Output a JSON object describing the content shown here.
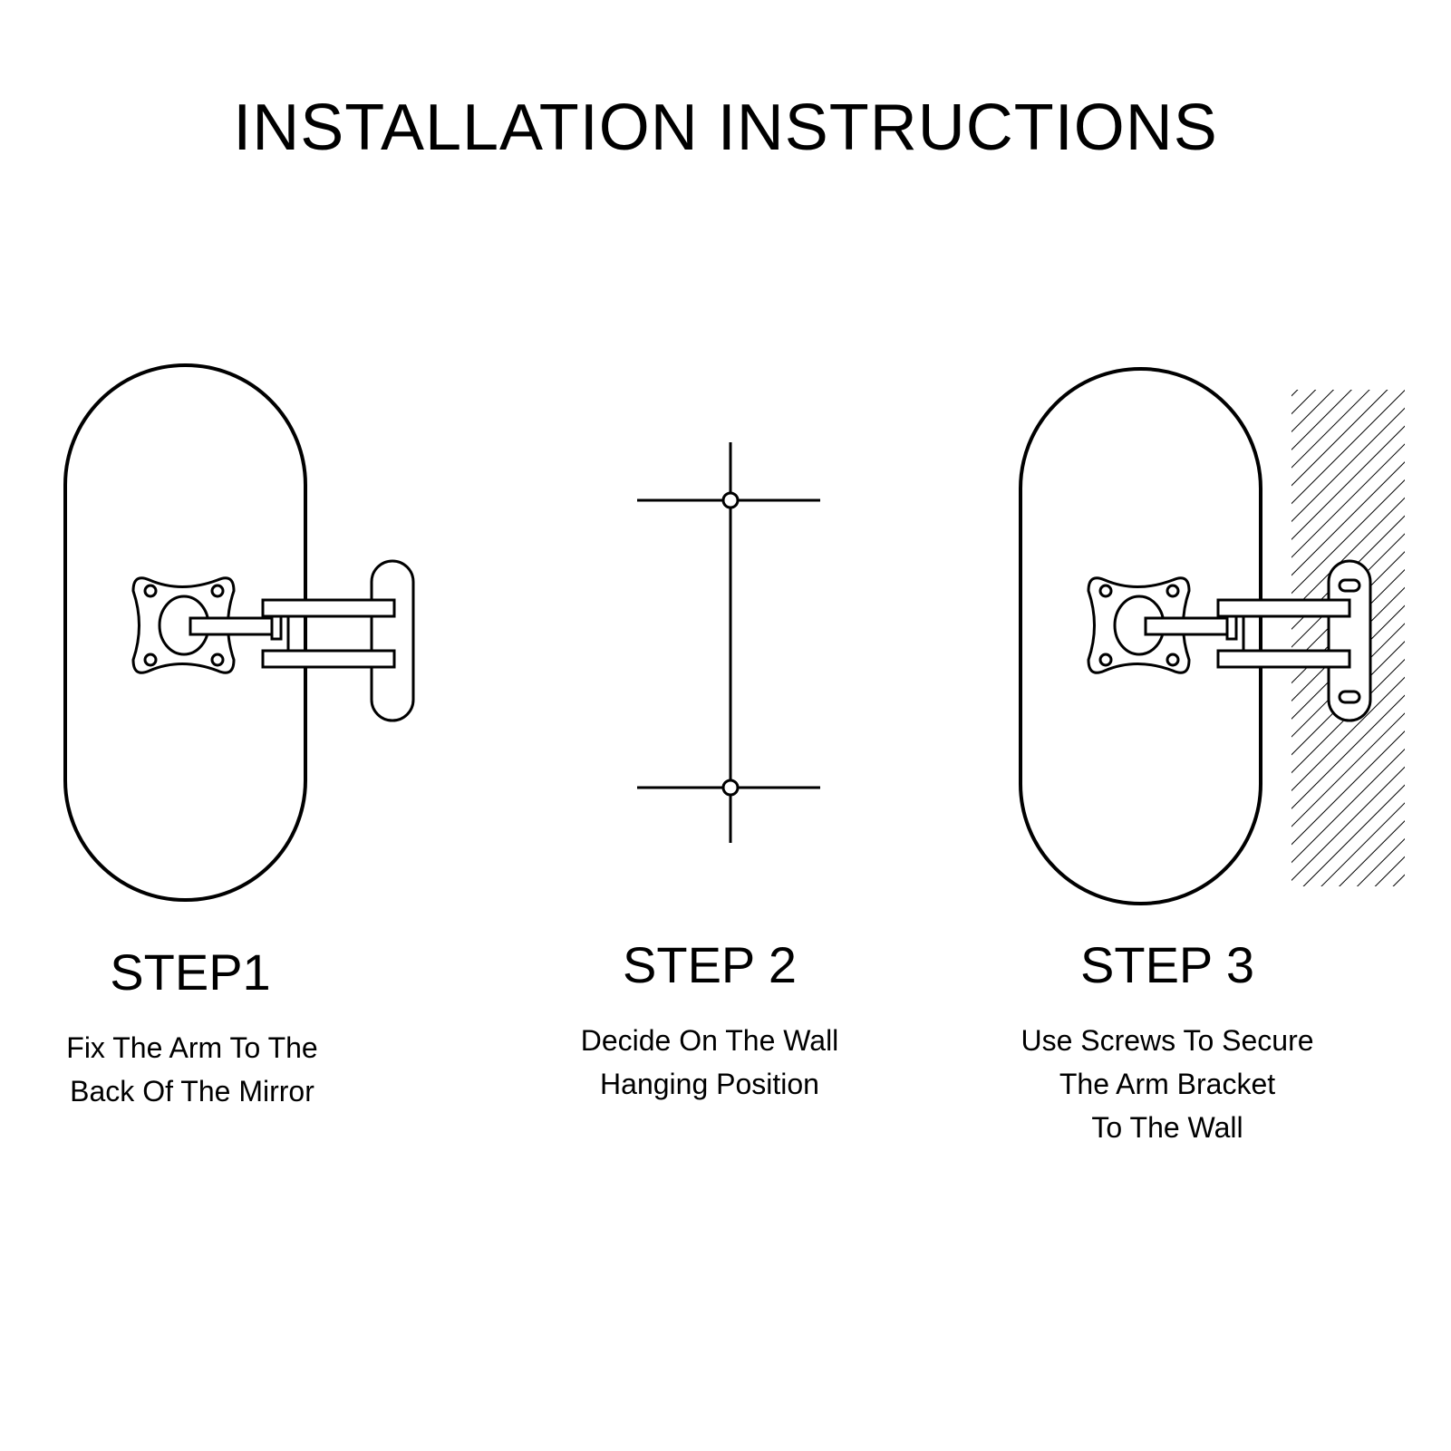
{
  "title": "INSTALLATION INSTRUCTIONS",
  "steps": [
    {
      "label": "STEP1",
      "lines": [
        "Fix The Arm To The",
        "Back Of The Mirror"
      ]
    },
    {
      "label": "STEP 2",
      "lines": [
        "Decide On The Wall",
        "Hanging Position"
      ]
    },
    {
      "label": "STEP 3",
      "lines": [
        "Use Screws To Secure",
        "The Arm Bracket",
        "To The Wall"
      ]
    }
  ],
  "colors": {
    "ink": "#000000",
    "background": "#ffffff"
  },
  "icons": [
    "mirror-icon",
    "mounting-bracket-icon",
    "wall-position-icon",
    "wall-hatch-icon"
  ]
}
